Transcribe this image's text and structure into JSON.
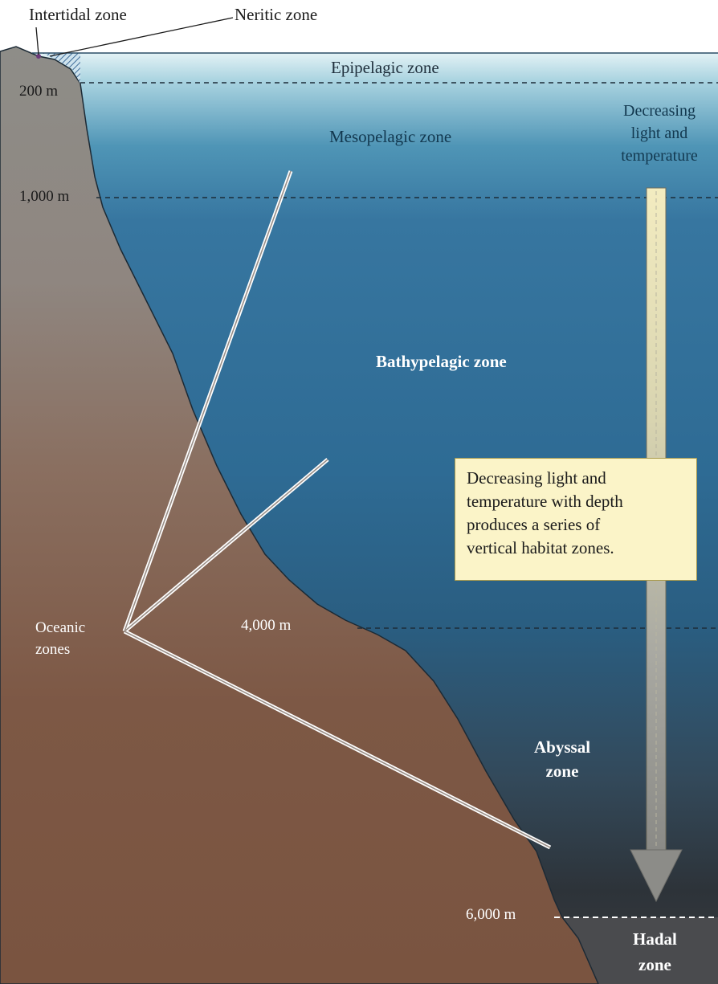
{
  "labels": {
    "intertidal": "Intertidal zone",
    "neritic": "Neritic zone",
    "epipelagic": "Epipelagic zone",
    "mesopelagic": "Mesopelagic zone",
    "bathypelagic": "Bathypelagic zone",
    "abyssal_line1": "Abyssal",
    "abyssal_line2": "zone",
    "hadal_line1": "Hadal",
    "hadal_line2": "zone",
    "oceanic_line1": "Oceanic",
    "oceanic_line2": "zones"
  },
  "depths": {
    "d200": "200 m",
    "d1000": "1,000 m",
    "d4000": "4,000 m",
    "d6000": "6,000 m"
  },
  "arrow_label": {
    "line1": "Decreasing",
    "line2": "light and",
    "line3": "temperature"
  },
  "callout": {
    "line1": "Decreasing light and",
    "line2": "temperature with depth",
    "line3": "produces a series of",
    "line4": "vertical habitat zones."
  },
  "colors": {
    "seafloor_top": "#8f8e89",
    "seafloor_bottom": "#7a5440",
    "water_surface": "#d9eef3",
    "water_mid": "#2f6f96",
    "water_deep": "#303a44",
    "callout_bg": "#fbf4c8"
  }
}
